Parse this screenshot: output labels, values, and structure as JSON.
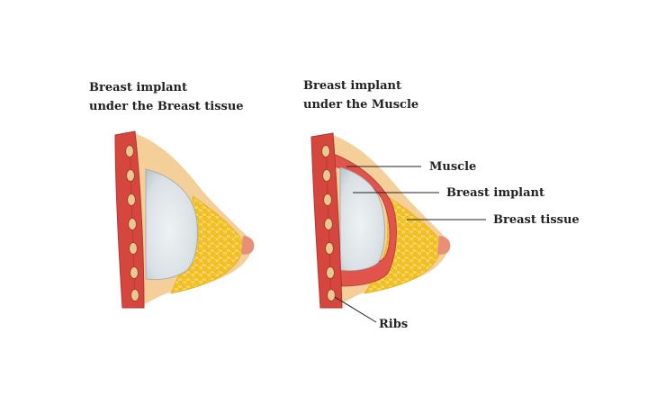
{
  "diagrams": [
    {
      "title_lines": [
        "Breast implant",
        "under the Breast tissue"
      ]
    },
    {
      "title_lines": [
        "Breast implant",
        "under the Muscle"
      ]
    }
  ],
  "callouts": {
    "muscle": "Muscle",
    "implant": "Breast implant",
    "tissue": "Breast tissue",
    "ribs": "Ribs"
  },
  "colors": {
    "background": "#ffffff",
    "muscle": "#d5463f",
    "skin": "#f5cf9a",
    "fat": "#f4c52a",
    "implant": "#dbe2e6",
    "rib": "#e8c98f",
    "nipple": "#e88f78",
    "leader_line": "#222222"
  }
}
